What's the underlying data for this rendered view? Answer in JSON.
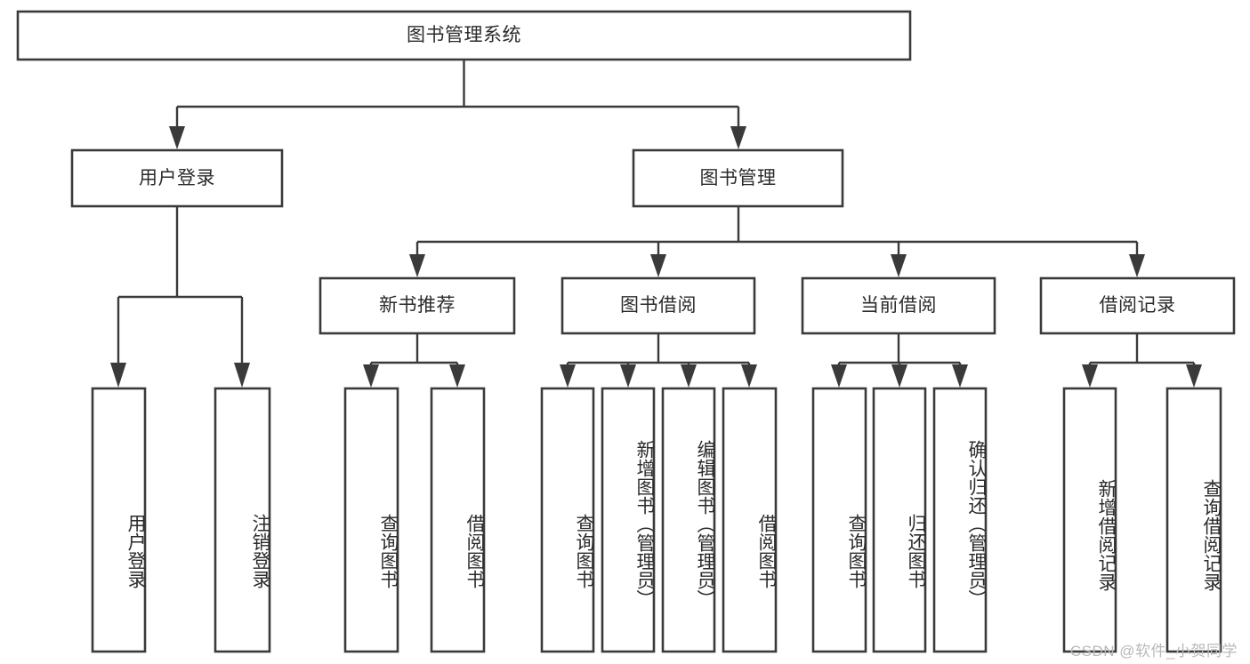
{
  "diagram": {
    "type": "tree-hierarchy",
    "title": "图书管理系统",
    "root": {
      "id": "root",
      "label": "图书管理系统",
      "orientation": "horizontal"
    },
    "level2": [
      {
        "id": "user-login",
        "label": "用户登录",
        "orientation": "horizontal"
      },
      {
        "id": "book-manage",
        "label": "图书管理",
        "orientation": "horizontal"
      }
    ],
    "level3": [
      {
        "id": "new-book-rec",
        "label": "新书推荐",
        "parent": "book-manage",
        "orientation": "horizontal"
      },
      {
        "id": "book-borrow",
        "label": "图书借阅",
        "parent": "book-manage",
        "orientation": "horizontal"
      },
      {
        "id": "current-borrow",
        "label": "当前借阅",
        "parent": "book-manage",
        "orientation": "horizontal"
      },
      {
        "id": "borrow-record",
        "label": "借阅记录",
        "parent": "book-manage",
        "orientation": "horizontal"
      }
    ],
    "leaves": [
      {
        "id": "leaf-user-login",
        "label": "用户登录",
        "parent": "user-login",
        "orientation": "vertical"
      },
      {
        "id": "leaf-logout",
        "label": "注销登录",
        "parent": "user-login",
        "orientation": "vertical"
      },
      {
        "id": "leaf-query-book-1",
        "label": "查询图书",
        "parent": "new-book-rec",
        "orientation": "vertical"
      },
      {
        "id": "leaf-borrow-book-1",
        "label": "借阅图书",
        "parent": "new-book-rec",
        "orientation": "vertical"
      },
      {
        "id": "leaf-query-book-2",
        "label": "查询图书",
        "parent": "book-borrow",
        "orientation": "vertical"
      },
      {
        "id": "leaf-add-book",
        "label": "新增图书（管理员）",
        "parent": "book-borrow",
        "orientation": "vertical"
      },
      {
        "id": "leaf-edit-book",
        "label": "编辑图书（管理员）",
        "parent": "book-borrow",
        "orientation": "vertical"
      },
      {
        "id": "leaf-borrow-book-2",
        "label": "借阅图书",
        "parent": "book-borrow",
        "orientation": "vertical"
      },
      {
        "id": "leaf-query-book-3",
        "label": "查询图书",
        "parent": "current-borrow",
        "orientation": "vertical"
      },
      {
        "id": "leaf-return-book",
        "label": "归还图书",
        "parent": "current-borrow",
        "orientation": "vertical"
      },
      {
        "id": "leaf-confirm-return",
        "label": "确认归还（管理员）",
        "parent": "current-borrow",
        "orientation": "vertical"
      },
      {
        "id": "leaf-add-record",
        "label": "新增借阅记录",
        "parent": "borrow-record",
        "orientation": "vertical"
      },
      {
        "id": "leaf-query-record",
        "label": "查询借阅记录",
        "parent": "borrow-record",
        "orientation": "vertical"
      }
    ],
    "style": {
      "box_fill": "#ffffff",
      "box_stroke": "#3a3a3a",
      "text_color": "#2b2b2b",
      "background": "#ffffff"
    }
  },
  "watermark": {
    "text": "CSDN @软件_小贺同学"
  }
}
